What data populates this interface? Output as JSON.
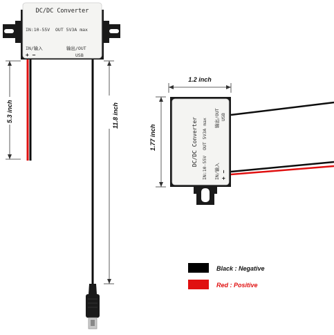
{
  "left_module": {
    "title": "DC/DC Converter",
    "spec_in": "IN:10-55V",
    "spec_out": "OUT 5V3A max",
    "in_label": "IN/输入",
    "out_label": "输出/OUT",
    "usb_label": "USB",
    "polarity": "+ −"
  },
  "right_module": {
    "title": "DC/DC Converter",
    "spec_in": "IN:10-55V",
    "spec_out": "OUT 5V3A max",
    "in_label": "IN/输入",
    "out_label": "输出/OUT",
    "usb_label": "USB",
    "polarity": "+ −"
  },
  "dimensions": {
    "input_wire_length": "5.3 inch",
    "output_cable_length": "11.8 inch",
    "module_width": "1.2 inch",
    "module_height": "1.77 inch"
  },
  "legend": {
    "black": {
      "label": "Black : Negative",
      "color": "#000000"
    },
    "red": {
      "label": "Red : Positive",
      "color": "#e01010"
    }
  }
}
